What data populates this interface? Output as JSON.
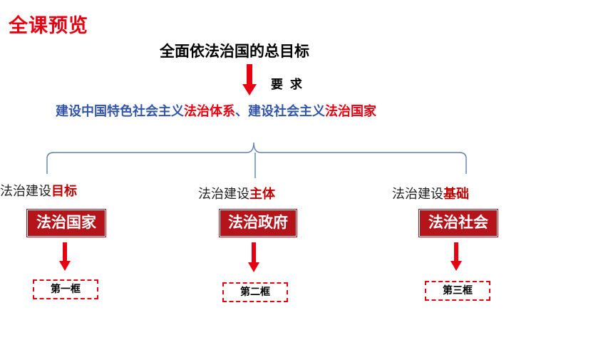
{
  "header": {
    "title": "全课预览"
  },
  "goal": "全面依法治国的总目标",
  "requirement_word": "要 求",
  "requirement": {
    "part1": "建设中国特色社会主义",
    "part2": "法治体系",
    "part3": "、建设社会主义",
    "part4": "法治国家"
  },
  "branches": [
    {
      "label_prefix": "法治建设",
      "label_highlight": "目标",
      "box": "法治国家",
      "section": "第一框"
    },
    {
      "label_prefix": "法治建设",
      "label_highlight": "主体",
      "box": "法治政府",
      "section": "第二框"
    },
    {
      "label_prefix": "法治建设",
      "label_highlight": "基础",
      "box": "法治社会",
      "section": "第三框"
    }
  ],
  "colors": {
    "accent_red": "#e60012",
    "box_red": "#b4141a",
    "blue_text": "#3355aa",
    "brace_blue": "#5b7fb5"
  }
}
